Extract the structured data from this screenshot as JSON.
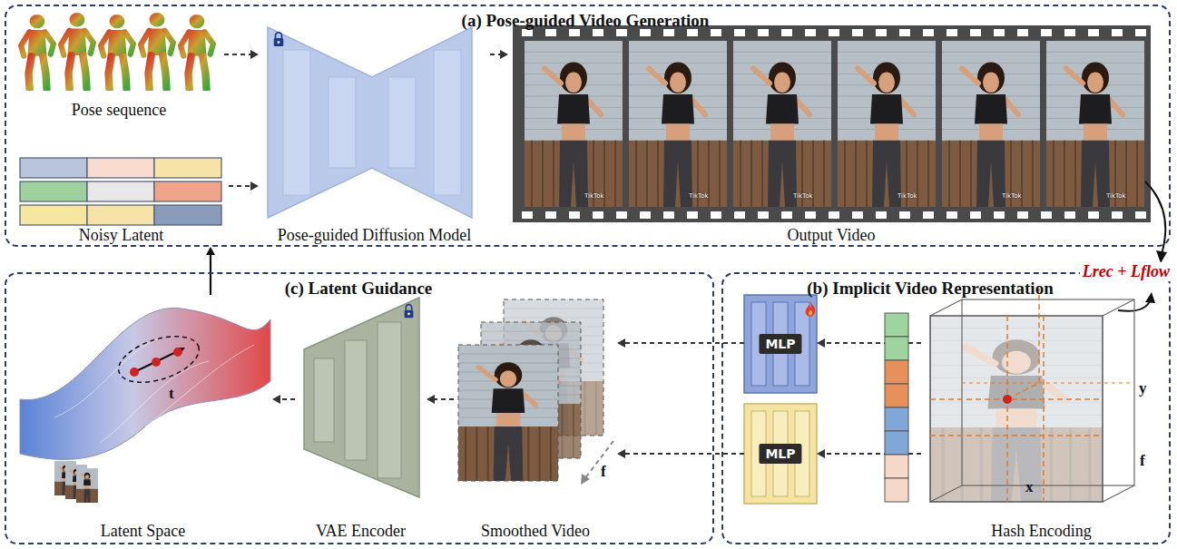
{
  "diagram": {
    "nodes": [
      {
        "text": [
          "(a) Pose-guided Video Generation"
        ]
      },
      {
        "text": [
          "Pose sequence"
        ],
        "in": 0
      },
      {
        "text": [
          "Noisy Latent"
        ],
        "in": 0
      },
      {
        "text": [
          "Pose-guided Diffusion Model"
        ],
        "in": 0
      },
      {
        "text": [
          "Output Video"
        ],
        "in": 0
      },
      {
        "text": [
          "(c) Latent Guidance"
        ]
      },
      {
        "text": [
          "Latent Space"
        ],
        "in": 5
      },
      {
        "text": [
          "VAE Encoder"
        ],
        "in": 5
      },
      {
        "text": [
          "Smoothed Video"
        ],
        "in": 5
      },
      {
        "text": [
          "(b) Implicit Video Representation"
        ]
      },
      {
        "text": [
          "MLP"
        ],
        "in": 9
      },
      {
        "text": [
          "MLP"
        ],
        "in": 9
      },
      {
        "text": [
          "Hash Encoding"
        ],
        "in": 9
      }
    ],
    "edges": [
      {
        "from": 1,
        "to": 3,
        "arrow": "to"
      },
      {
        "from": 2,
        "to": 3,
        "arrow": "to"
      },
      {
        "from": 3,
        "to": 4,
        "arrow": "to"
      },
      {
        "from": 12,
        "to": 10,
        "arrow": "to"
      },
      {
        "from": 12,
        "to": 11,
        "arrow": "to"
      },
      {
        "from": 10,
        "to": 8,
        "arrow": "to"
      },
      {
        "from": 11,
        "to": 8,
        "arrow": "to"
      },
      {
        "from": 8,
        "to": 7,
        "arrow": "to"
      },
      {
        "from": 7,
        "to": 6,
        "arrow": "to"
      },
      {
        "from": 6,
        "to": 2,
        "arrow": "to"
      }
    ],
    "labels": [
      "TikTok",
      "TikTok",
      "TikTok",
      "TikTok",
      "TikTok",
      "TikTok",
      "Lrec + Lflow",
      "t",
      "f",
      "x",
      "y",
      "f"
    ]
  }
}
